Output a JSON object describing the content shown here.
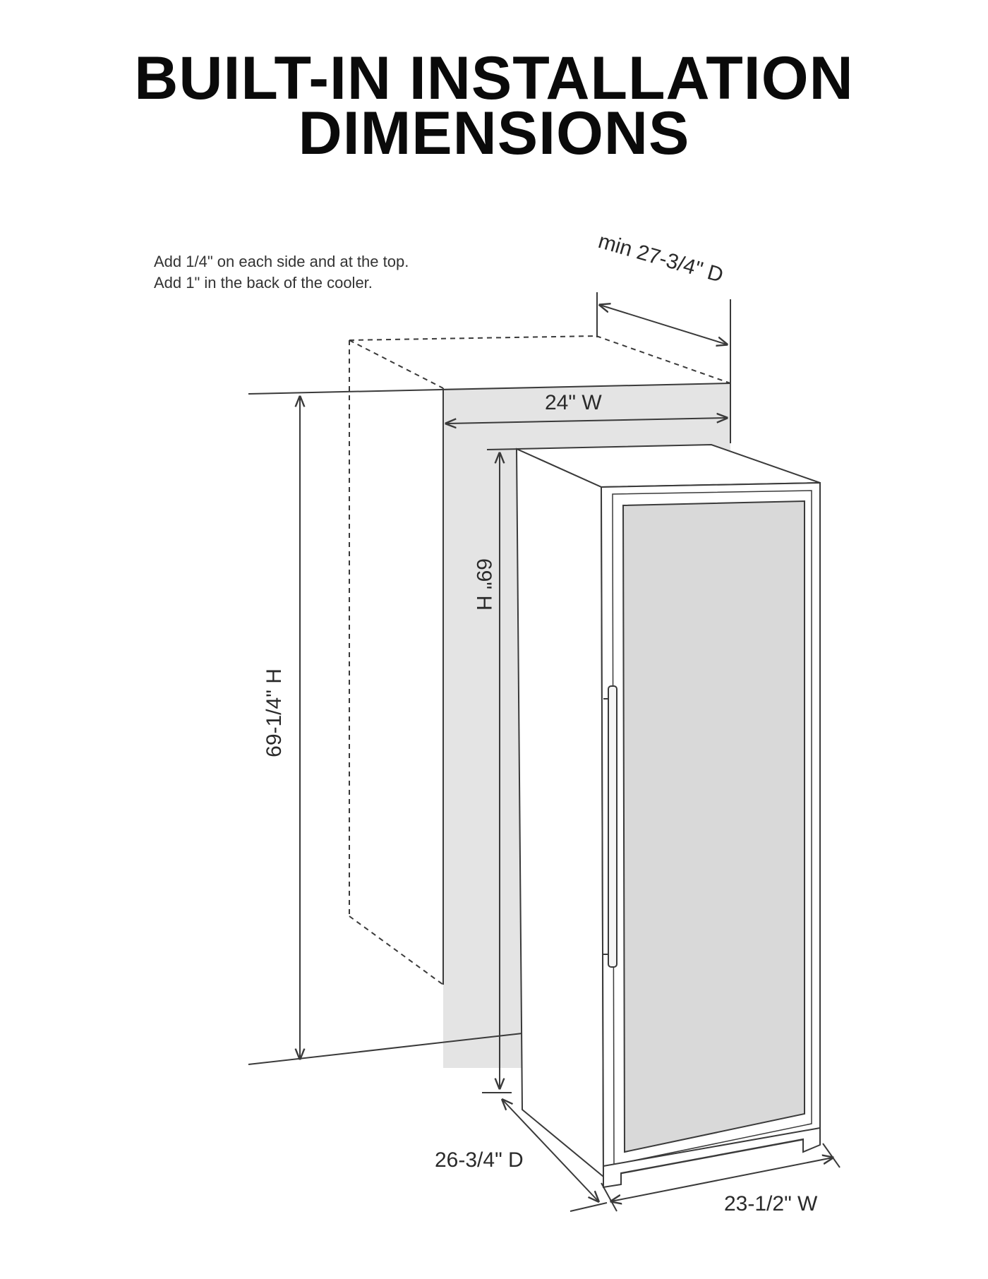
{
  "title": {
    "line1": "BUILT-IN INSTALLATION",
    "line2": "DIMENSIONS"
  },
  "notes": {
    "line1": "Add 1/4\" on each side and at the top.",
    "line2": "Add 1\" in the back of the cooler."
  },
  "dimensions": {
    "cutout_depth": "min 27-3/4\" D",
    "cutout_width": "24\" W",
    "cutout_height": "69-1/4\" H",
    "unit_height": "69\" H",
    "unit_depth": "26-3/4\" D",
    "unit_width": "23-1/2\" W"
  },
  "colors": {
    "line": "#3a3a3a",
    "cutout_fill": "#e4e4e4",
    "unit_side": "#ffffff",
    "glass_panel": "#d9d9d9"
  }
}
